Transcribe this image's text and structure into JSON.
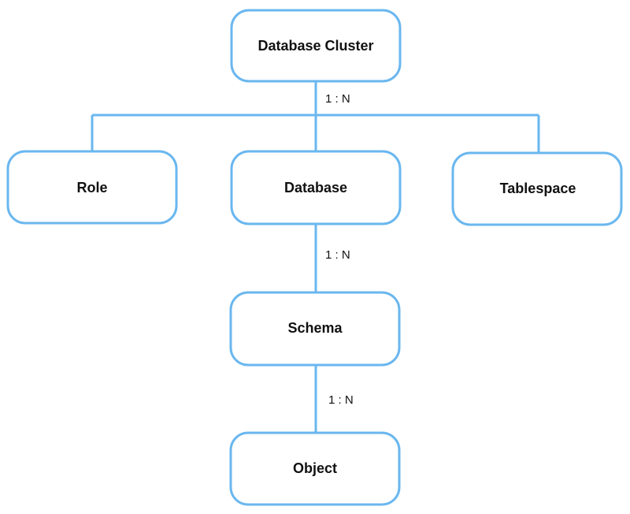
{
  "diagram": {
    "nodes": {
      "cluster": "Database Cluster",
      "role": "Role",
      "database": "Database",
      "tablespace": "Tablespace",
      "schema": "Schema",
      "object": "Object"
    },
    "relations": {
      "cluster_children": "1 : N",
      "database_schema": "1 : N",
      "schema_object": "1 : N"
    },
    "colors": {
      "line": "#6ab7ef",
      "text": "#111111",
      "background": "#ffffff"
    }
  }
}
